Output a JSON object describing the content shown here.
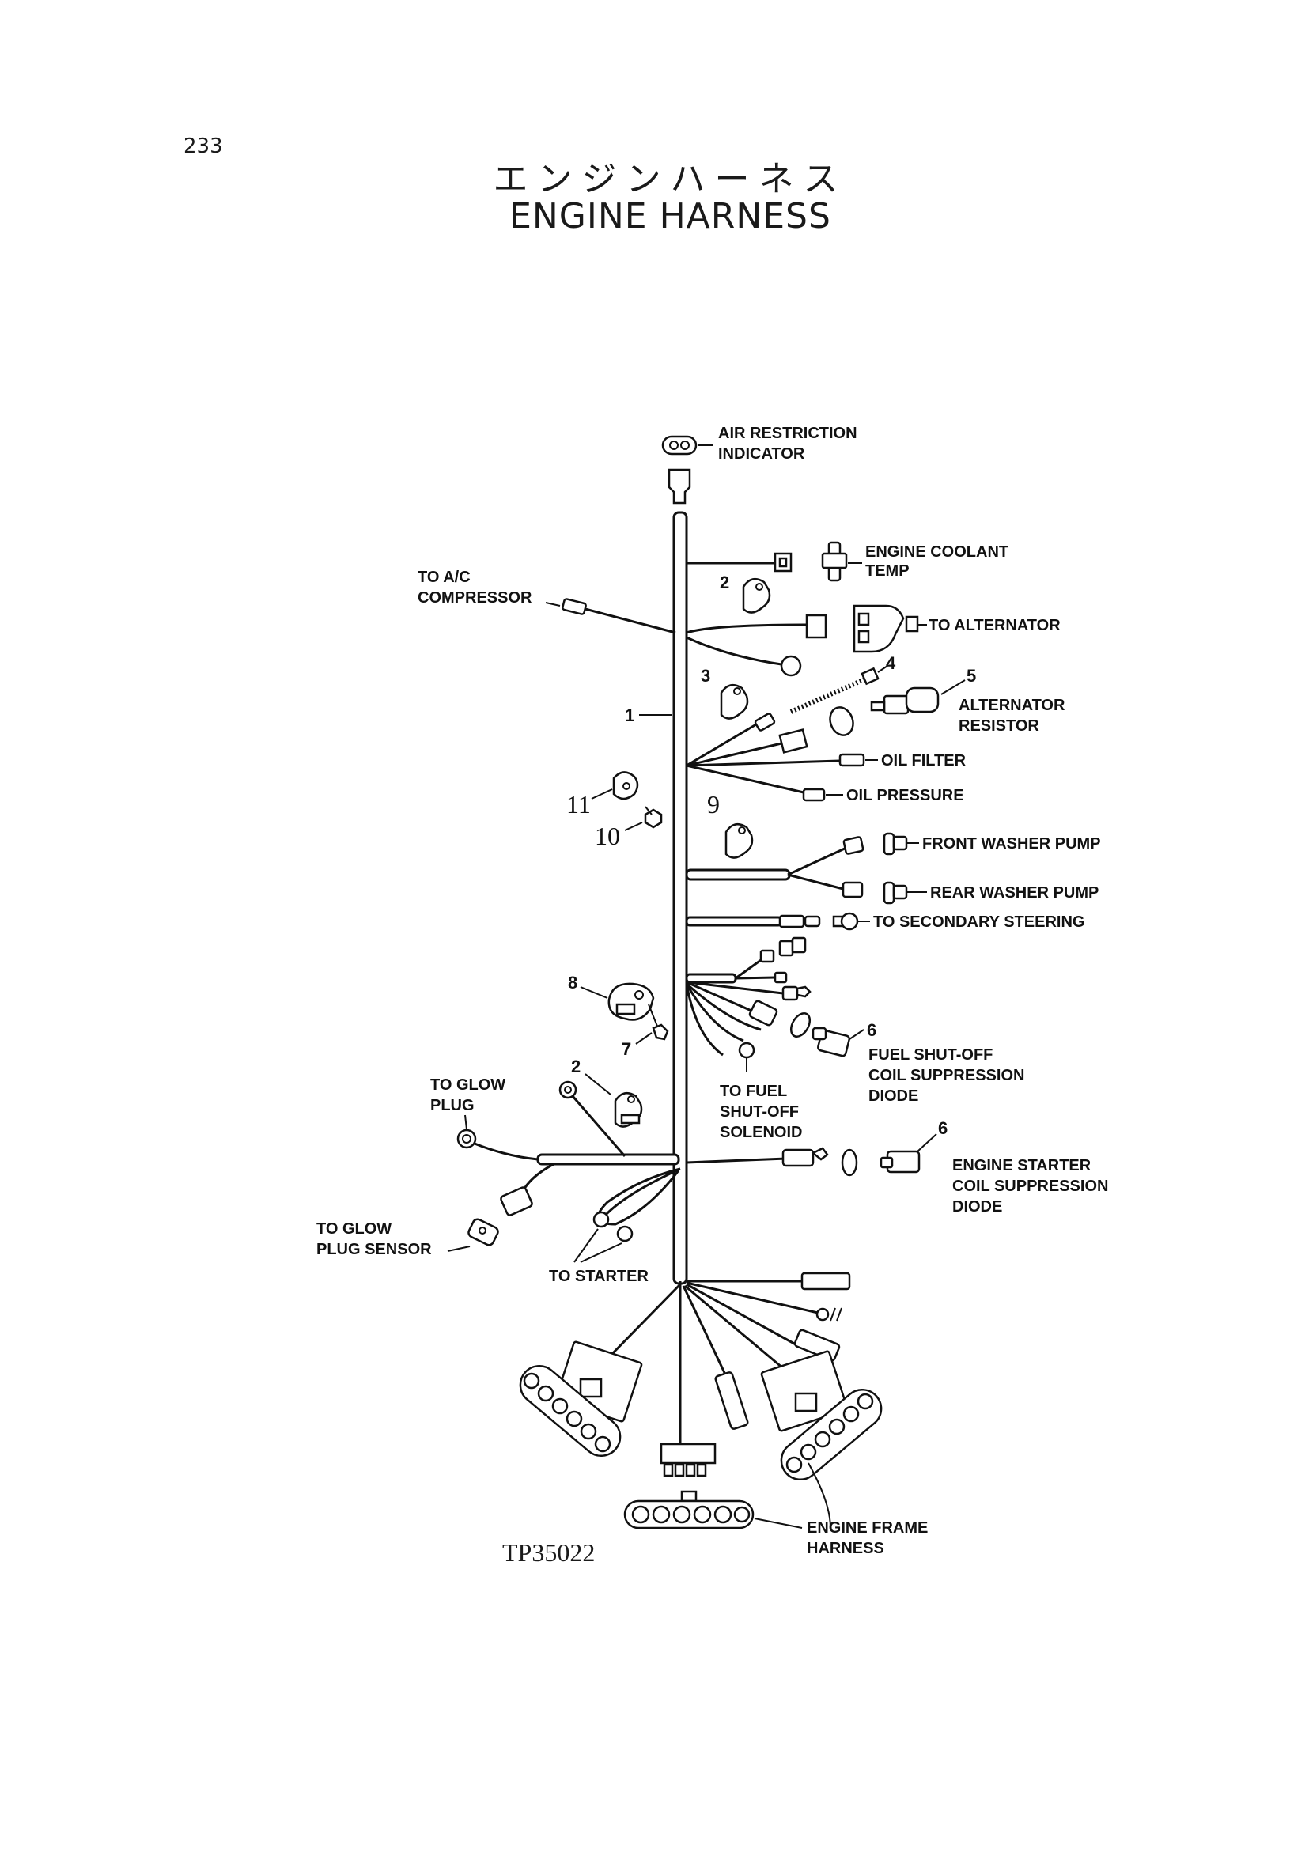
{
  "page_number": "233",
  "title_jp": "エンジンハーネス",
  "title_en": "ENGINE HARNESS",
  "figure_id": "TP35022",
  "labels": {
    "air_restriction": [
      "AIR RESTRICTION",
      "INDICATOR"
    ],
    "coolant_temp": [
      "ENGINE COOLANT",
      "TEMP"
    ],
    "ac_compressor": [
      "TO A/C",
      "COMPRESSOR"
    ],
    "to_alternator": "TO ALTERNATOR",
    "alternator_resistor": [
      "ALTERNATOR",
      "RESISTOR"
    ],
    "oil_filter": "OIL FILTER",
    "oil_pressure": "OIL PRESSURE",
    "front_washer": "FRONT WASHER PUMP",
    "rear_washer": "REAR WASHER PUMP",
    "secondary_steering": "TO SECONDARY STEERING",
    "fuel_shutoff_diode": [
      "FUEL SHUT-OFF",
      "COIL SUPPRESSION",
      "DIODE"
    ],
    "fuel_solenoid": [
      "TO FUEL",
      "SHUT-OFF",
      "SOLENOID"
    ],
    "glow_plug": [
      "TO GLOW",
      "PLUG"
    ],
    "starter_diode": [
      "ENGINE STARTER",
      "COIL SUPPRESSION",
      "DIODE"
    ],
    "glow_plug_sensor": [
      "TO GLOW",
      "PLUG SENSOR"
    ],
    "to_starter": "TO STARTER",
    "frame_harness": [
      "ENGINE FRAME",
      "HARNESS"
    ]
  },
  "callouts": {
    "c1": "1",
    "c2a": "2",
    "c2b": "2",
    "c3": "3",
    "c4": "4",
    "c5": "5",
    "c6a": "6",
    "c6b": "6",
    "c7": "7",
    "c8": "8",
    "c9": "9",
    "c10": "10",
    "c11": "11"
  }
}
